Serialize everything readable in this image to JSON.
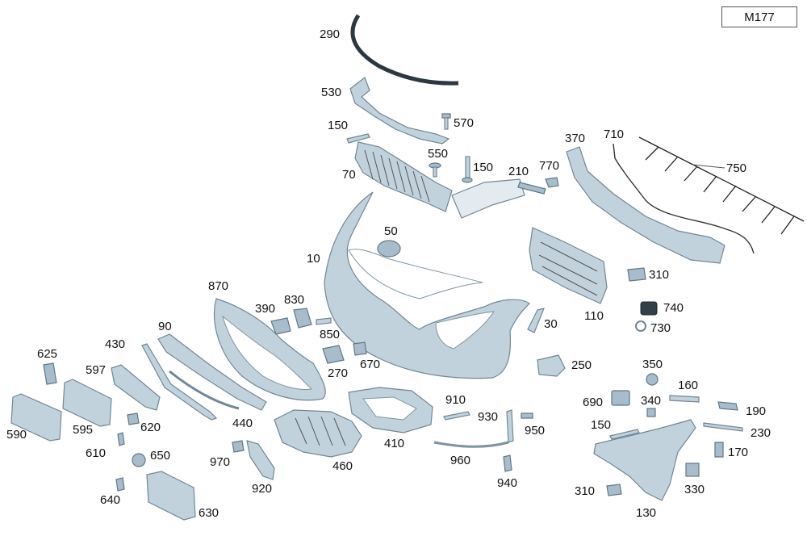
{
  "model_code": "M177",
  "colors": {
    "part_fill": "#c2d2dd",
    "part_stroke": "#6f8796",
    "label": "#111111",
    "background": "#ffffff"
  },
  "labels": {
    "l290": "290",
    "l530": "530",
    "l570": "570",
    "l150a": "150",
    "l550": "550",
    "l150b": "150",
    "l70": "70",
    "l210": "210",
    "l770": "770",
    "l370": "370",
    "l710": "710",
    "l750": "750",
    "l50": "50",
    "l10": "10",
    "l310a": "310",
    "l110": "110",
    "l740": "740",
    "l730": "730",
    "l870": "870",
    "l830": "830",
    "l390": "390",
    "l850": "850",
    "l90": "90",
    "l430": "430",
    "l625": "625",
    "l670": "670",
    "l270": "270",
    "l30": "30",
    "l250": "250",
    "l350": "350",
    "l597": "597",
    "l160": "160",
    "l690": "690",
    "l340": "340",
    "l190": "190",
    "l910": "910",
    "l930": "930",
    "l950": "950",
    "l620": "620",
    "l440": "440",
    "l410": "410",
    "l150c": "150",
    "l230": "230",
    "l590": "590",
    "l595": "595",
    "l610": "610",
    "l650": "650",
    "l970": "970",
    "l460": "460",
    "l960": "960",
    "l170": "170",
    "l940": "940",
    "l920": "920",
    "l640": "640",
    "l310b": "310",
    "l330": "330",
    "l630": "630",
    "l130": "130"
  }
}
